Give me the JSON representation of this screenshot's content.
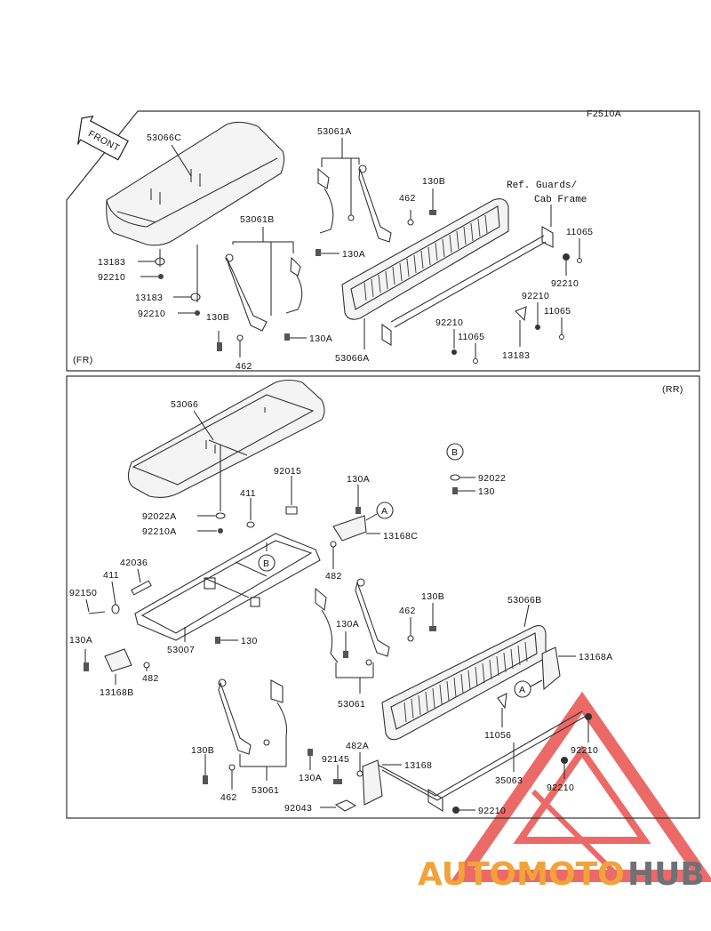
{
  "figure_code": "F2510A",
  "front_label": "FRONT",
  "section_fr": "(FR)",
  "section_rr": "(RR)",
  "ref_note": [
    "Ref. Guards/",
    "Cab Frame"
  ],
  "fr_parts": {
    "p53066C": "53066C",
    "p53061A": "53061A",
    "p53061B": "53061B",
    "p13183a": "13183",
    "p92210a": "92210",
    "p13183b": "13183",
    "p92210b": "92210",
    "p130B_a": "130B",
    "p462_a": "462",
    "p130A_a": "130A",
    "p130A_b": "130A",
    "p462_b": "462",
    "p130B_b": "130B",
    "p11065a": "11065",
    "p92210c": "92210",
    "p92210d": "92210",
    "p11065b": "11065",
    "p92210e": "92210",
    "p11065c": "11065",
    "p13183c": "13183",
    "p53066A": "53066A"
  },
  "rr_parts": {
    "p53066": "53066",
    "p92015": "92015",
    "p411a": "411",
    "p130A_c": "130A",
    "p92022A": "92022A",
    "p92210A": "92210A",
    "p13168C": "13168C",
    "p42036": "42036",
    "p411b": "411",
    "p92150": "92150",
    "p482a": "482",
    "p130A_d": "130A",
    "p130a": "130",
    "p53007": "53007",
    "p482b": "482",
    "p13168B": "13168B",
    "p130B_c": "130B",
    "p462_c": "462",
    "p130A_e": "130A",
    "p53061a": "53061",
    "p53066B": "53066B",
    "p13168A": "13168A",
    "p11056": "11056",
    "p92210f": "92210",
    "p35063": "35063",
    "p92210g": "92210",
    "p92210h": "92210",
    "p130B_d": "130B",
    "p462_d": "462",
    "p53061b": "53061",
    "p130A_f": "130A",
    "p92145": "92145",
    "p482A": "482A",
    "p13168": "13168",
    "p92043": "92043",
    "p92022": "92022",
    "p130b": "130"
  },
  "callouts": {
    "A": "A",
    "B": "B"
  },
  "watermark": {
    "part1": "AUTOMOTO",
    "part2": "HUB",
    "color1": "#f2a23a",
    "color2": "#6e7176",
    "triangle_color": "#e53935"
  }
}
